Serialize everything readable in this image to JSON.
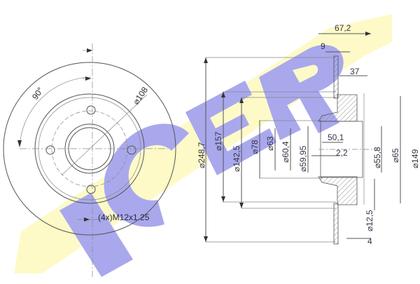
{
  "logo": {
    "text": "ICER",
    "letters": [
      "I",
      "C",
      "E",
      "R"
    ],
    "band_color": "#fdfac8",
    "letter_color": "#a9a8ec"
  },
  "front_view": {
    "angle_label": "90°",
    "pcd_label": "⌀108",
    "thread_label": "(4x)M12x1.25",
    "bolt_holes": 4
  },
  "section_view": {
    "diameters": [
      {
        "id": "d248_7",
        "label": "⌀248,7"
      },
      {
        "id": "d157",
        "label": "⌀157"
      },
      {
        "id": "d142_5",
        "label": "⌀142,5"
      },
      {
        "id": "d78",
        "label": "⌀78"
      },
      {
        "id": "d63",
        "label": "⌀63"
      },
      {
        "id": "d60_4",
        "label": "⌀60,4"
      },
      {
        "id": "d59_95",
        "label": "⌀59,95"
      },
      {
        "id": "d55_8",
        "label": "⌀55,8"
      },
      {
        "id": "d65",
        "label": "⌀65"
      },
      {
        "id": "d149",
        "label": "⌀149"
      },
      {
        "id": "d12_5",
        "label": "⌀12,5"
      }
    ],
    "lengths": [
      {
        "id": "l67_2",
        "label": "67,2"
      },
      {
        "id": "l9",
        "label": "9"
      },
      {
        "id": "l37",
        "label": "37"
      },
      {
        "id": "l50_1",
        "label": "50,1"
      },
      {
        "id": "l2_2",
        "label": "2,2"
      },
      {
        "id": "l4",
        "label": "4"
      }
    ]
  }
}
